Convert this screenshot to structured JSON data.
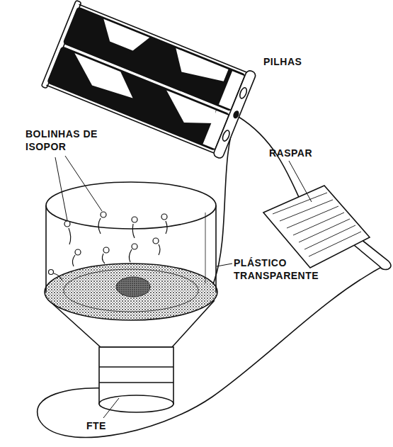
{
  "diagram": {
    "labels": [
      "PILHAS",
      "BOLINHAS DE ISOPOR",
      "RASPAR",
      "PLÁSTICO TRANSPARENTE",
      "FTE"
    ]
  }
}
